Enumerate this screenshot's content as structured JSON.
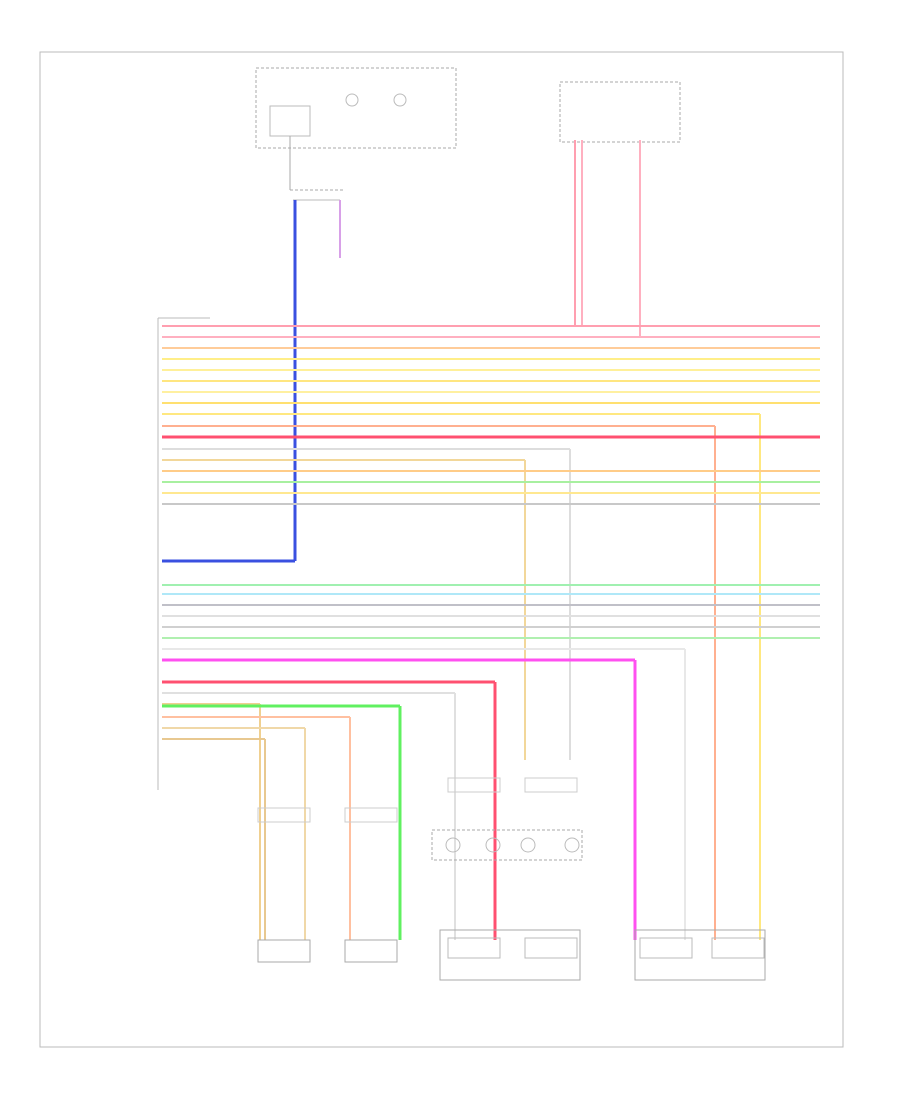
{
  "footer_code": "",
  "module_label": "",
  "wires": [
    {
      "color_name": "pink",
      "hex": "#ff9fb0"
    },
    {
      "color_name": "pink",
      "hex": "#ffb0c0"
    },
    {
      "color_name": "orange",
      "hex": "#ffcc99"
    },
    {
      "color_name": "yellow",
      "hex": "#ffee88"
    },
    {
      "color_name": "yellow",
      "hex": "#fff099"
    },
    {
      "color_name": "yellow",
      "hex": "#ffe680"
    },
    {
      "color_name": "yellow",
      "hex": "#fff0a0"
    },
    {
      "color_name": "yellow",
      "hex": "#ffe070"
    },
    {
      "color_name": "yellow",
      "hex": "#ffe880"
    },
    {
      "color_name": "salmon",
      "hex": "#ffb090"
    },
    {
      "color_name": "red",
      "hex": "#ff5070"
    },
    {
      "color_name": "light-grey",
      "hex": "#dddddd"
    },
    {
      "color_name": "tan",
      "hex": "#f2d79a"
    },
    {
      "color_name": "orange",
      "hex": "#ffcc88"
    },
    {
      "color_name": "green",
      "hex": "#a8f0a0"
    },
    {
      "color_name": "yellow",
      "hex": "#ffe890"
    },
    {
      "color_name": "grey",
      "hex": "#c8c8c8"
    },
    {
      "color_name": "blue",
      "hex": "#3a50e0"
    },
    {
      "color_name": "green",
      "hex": "#a0f0b0"
    },
    {
      "color_name": "light-blue",
      "hex": "#b0e8f8"
    },
    {
      "color_name": "grey",
      "hex": "#c0c0c8"
    },
    {
      "color_name": "light-grey",
      "hex": "#e0e0e0"
    },
    {
      "color_name": "grey",
      "hex": "#d0d0d0"
    },
    {
      "color_name": "green",
      "hex": "#b0f0b0"
    },
    {
      "color_name": "light-grey",
      "hex": "#e8e8e8"
    },
    {
      "color_name": "magenta",
      "hex": "#ff50f0"
    },
    {
      "color_name": "red",
      "hex": "#ff5070"
    },
    {
      "color_name": "light-grey",
      "hex": "#e0e0e0"
    },
    {
      "color_name": "tan",
      "hex": "#f0d090"
    },
    {
      "color_name": "green",
      "hex": "#60f060"
    },
    {
      "color_name": "peach",
      "hex": "#ffc0a0"
    },
    {
      "color_name": "tan",
      "hex": "#f0d8a8"
    },
    {
      "color_name": "tan",
      "hex": "#e8c890"
    }
  ]
}
